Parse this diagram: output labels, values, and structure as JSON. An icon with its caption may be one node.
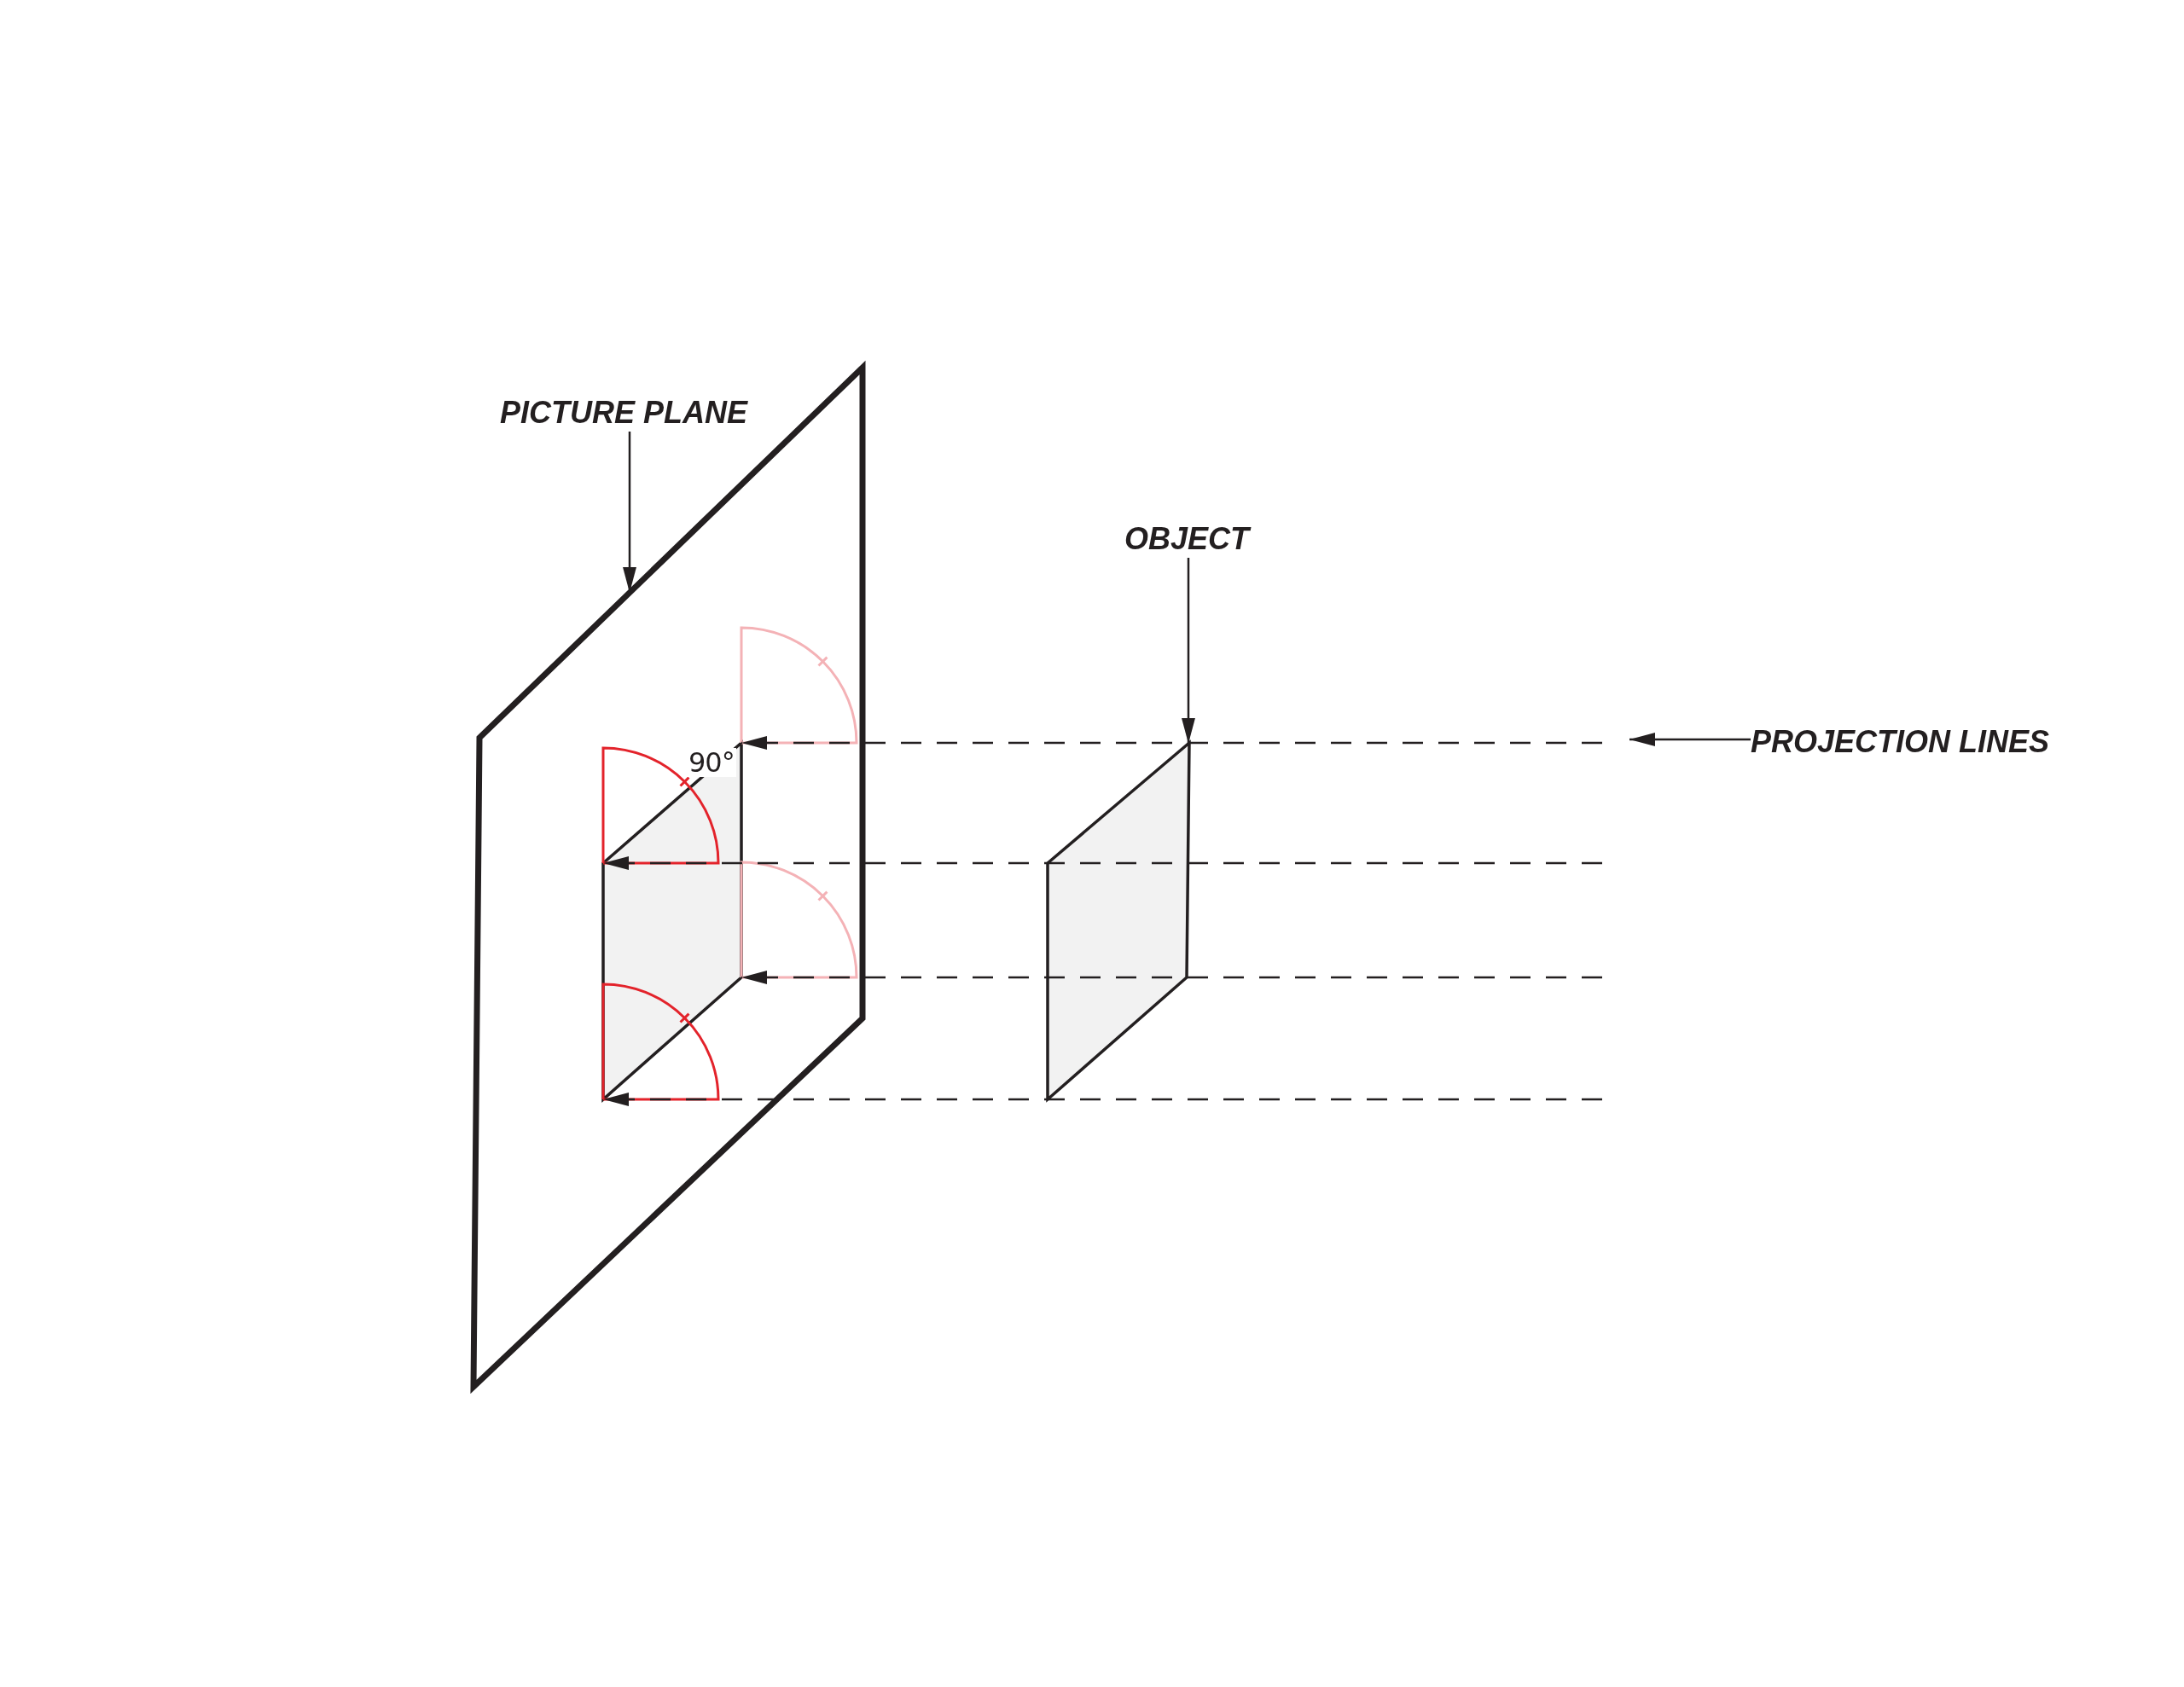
{
  "diagram": {
    "nodes": [
      {
        "text": [
          "PICTURE PLANE"
        ]
      },
      {
        "text": [],
        "shape": "box"
      },
      {
        "text": [
          "OBJECT"
        ]
      },
      {
        "text": [],
        "shape": "box"
      },
      {
        "text": [],
        "shape": "box",
        "in": 1
      },
      {
        "text": [
          "PROJECTION LINES"
        ]
      }
    ],
    "edges": [
      {
        "from": 0,
        "to": 1,
        "arrow": "to"
      },
      {
        "from": 2,
        "to": 3,
        "arrow": "to"
      },
      {
        "from": 5,
        "to": null,
        "arrow": "to"
      },
      {
        "from": null,
        "to": 4,
        "arrow": "to",
        "style": "dashed"
      },
      {
        "from": null,
        "to": 4,
        "arrow": "to",
        "style": "dashed"
      },
      {
        "from": null,
        "to": 4,
        "arrow": "to",
        "style": "dashed"
      },
      {
        "from": null,
        "to": 4,
        "arrow": "to",
        "style": "dashed"
      }
    ],
    "labels": [
      "90°"
    ]
  }
}
